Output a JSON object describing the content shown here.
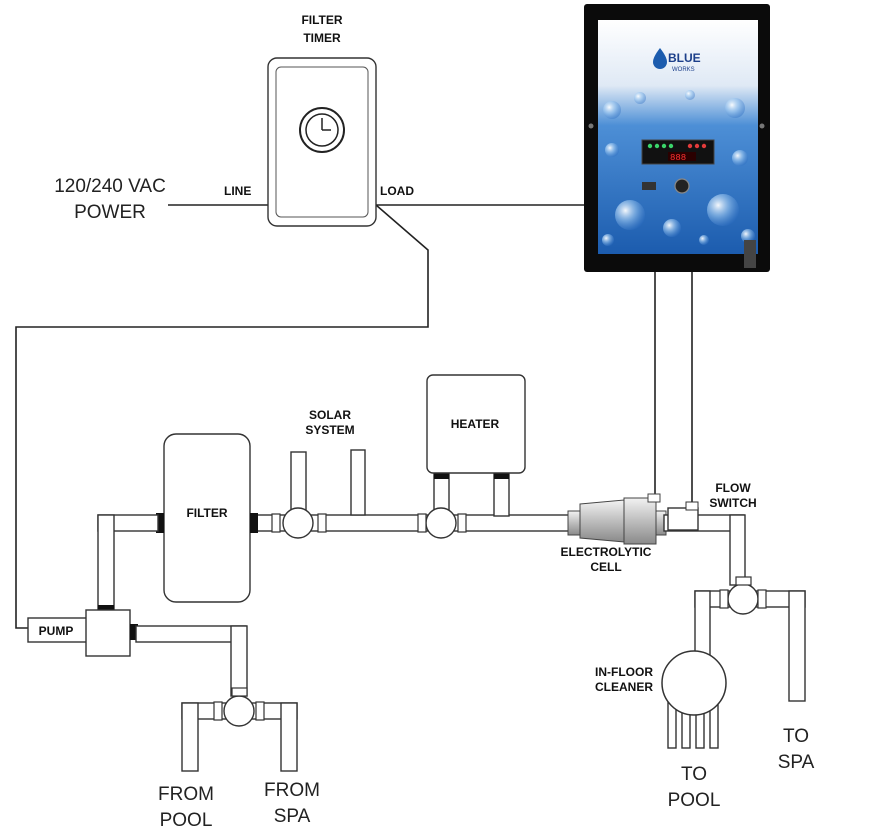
{
  "labels": {
    "filter_timer_1": "FILTER",
    "filter_timer_2": "TIMER",
    "power_1": "120/240 VAC",
    "power_2": "POWER",
    "line": "LINE",
    "load": "LOAD",
    "solar_1": "SOLAR",
    "solar_2": "SYSTEM",
    "heater": "HEATER",
    "filter": "FILTER",
    "pump": "PUMP",
    "electrolytic_1": "ELECTROLYTIC",
    "electrolytic_2": "CELL",
    "flow_1": "FLOW",
    "flow_2": "SWITCH",
    "cleaner_1": "IN-FLOOR",
    "cleaner_2": "CLEANER",
    "from_pool_1": "FROM",
    "from_pool_2": "POOL",
    "from_spa_1": "FROM",
    "from_spa_2": "SPA",
    "to_pool_1": "TO",
    "to_pool_2": "POOL",
    "to_spa_1": "TO",
    "to_spa_2": "SPA"
  },
  "controller": {
    "brand_1": "BLUE",
    "brand_2": "WORKS",
    "display_value": "888"
  },
  "colors": {
    "controller_frame": "#0b0b0b",
    "panel_top": "#ffffff",
    "panel_bottom": "#1e63b8",
    "led_green": "#3bd46a",
    "led_red": "#e23b3b"
  }
}
